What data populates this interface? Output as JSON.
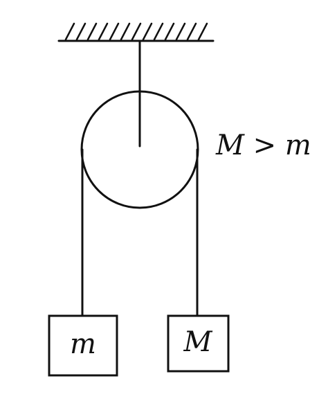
{
  "diagram": {
    "condition_label": "M > m",
    "left_block_label": "m",
    "right_block_label": "M"
  }
}
